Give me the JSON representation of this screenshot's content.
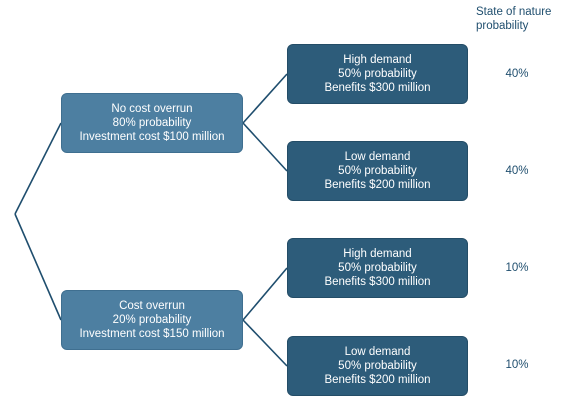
{
  "header": {
    "line1": "State of nature",
    "line2": "probability"
  },
  "first_level": [
    {
      "line1": "No cost overrun",
      "line2": "80% probability",
      "line3": "Investment cost $100 million"
    },
    {
      "line1": "Cost overrun",
      "line2": "20% probability",
      "line3": "Investment cost $150 million"
    }
  ],
  "second_level": [
    {
      "line1": "High demand",
      "line2": "50% probability",
      "line3": "Benefits $300 million",
      "state_probability": "40%"
    },
    {
      "line1": "Low demand",
      "line2": "50% probability",
      "line3": "Benefits $200 million",
      "state_probability": "40%"
    },
    {
      "line1": "High demand",
      "line2": "50% probability",
      "line3": "Benefits $300 million",
      "state_probability": "10%"
    },
    {
      "line1": "Low demand",
      "line2": "50% probability",
      "line3": "Benefits $200 million",
      "state_probability": "10%"
    }
  ],
  "colors": {
    "first_level_fill": "#4d7fa1",
    "second_level_fill": "#2d5c7a",
    "connector": "#1f4e6e",
    "label_text": "#1f4e6e"
  }
}
